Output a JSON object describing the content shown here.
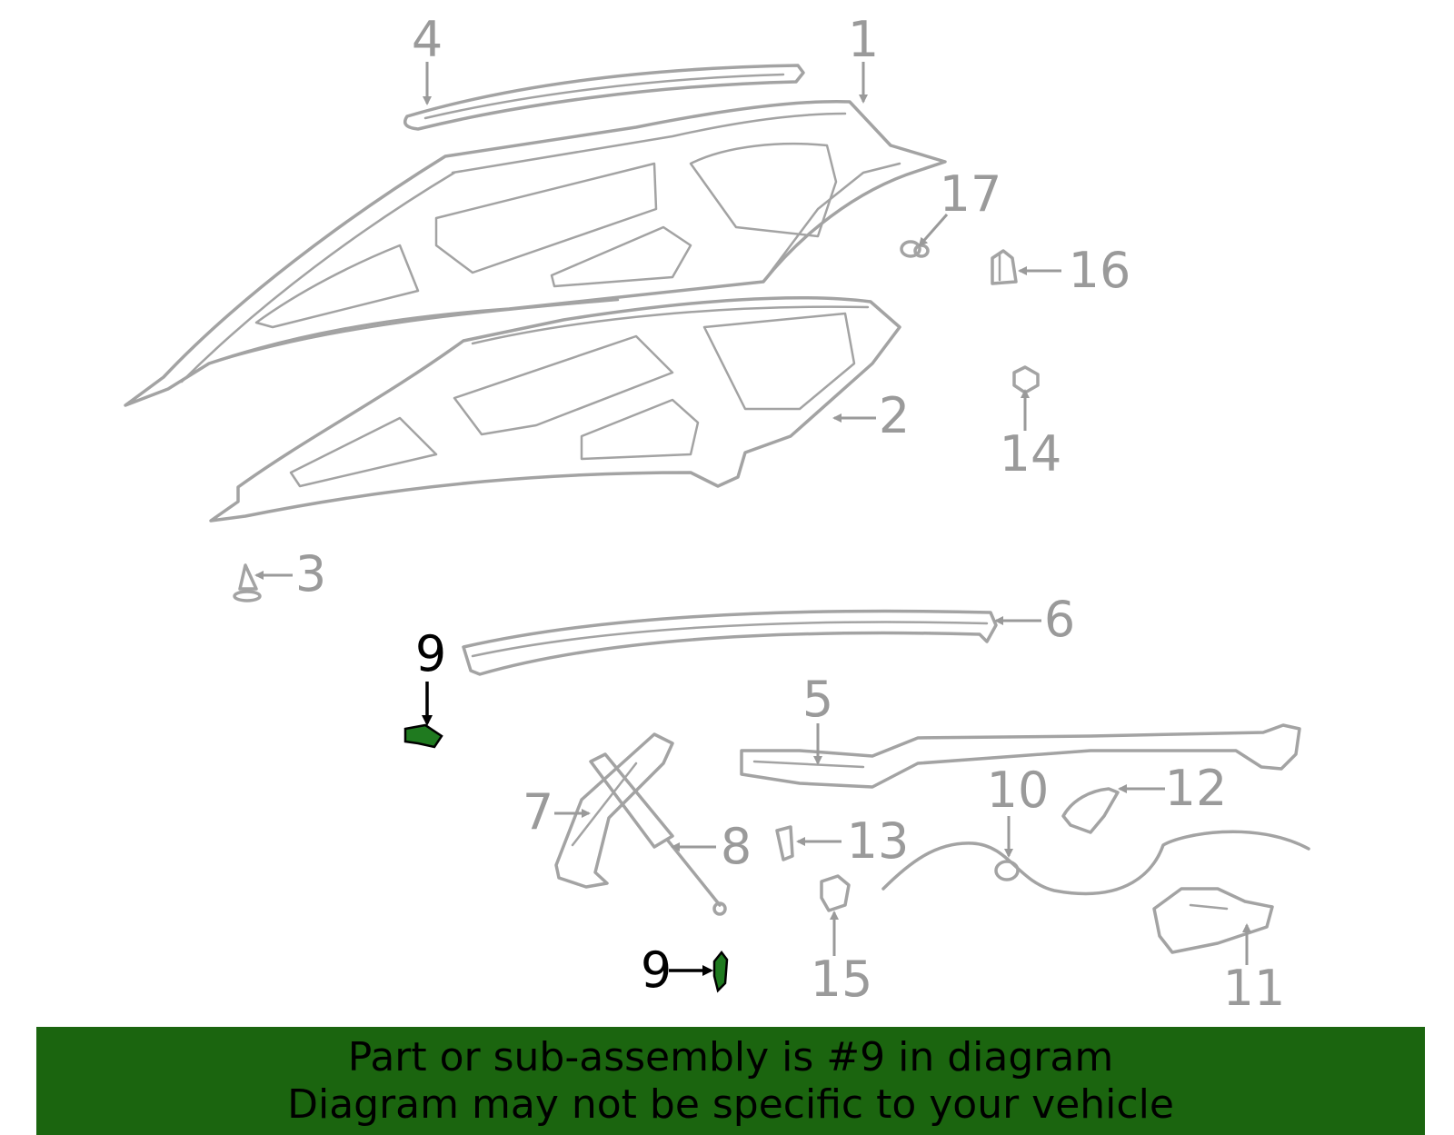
{
  "callouts": {
    "c1": "1",
    "c2": "2",
    "c3": "3",
    "c4": "4",
    "c5": "5",
    "c6": "6",
    "c7": "7",
    "c8": "8",
    "c9a": "9",
    "c9b": "9",
    "c10": "10",
    "c11": "11",
    "c12": "12",
    "c13": "13",
    "c14": "14",
    "c15": "15",
    "c16": "16",
    "c17": "17"
  },
  "highlighted_part": "9",
  "colors": {
    "line_art": "#a3a3a3",
    "highlight_part": "#1f7a1f",
    "banner_bg": "#1b650f"
  },
  "banner": {
    "line1": "Part or sub-assembly is #9 in diagram",
    "line2": "Diagram may not be specific to your vehicle"
  }
}
